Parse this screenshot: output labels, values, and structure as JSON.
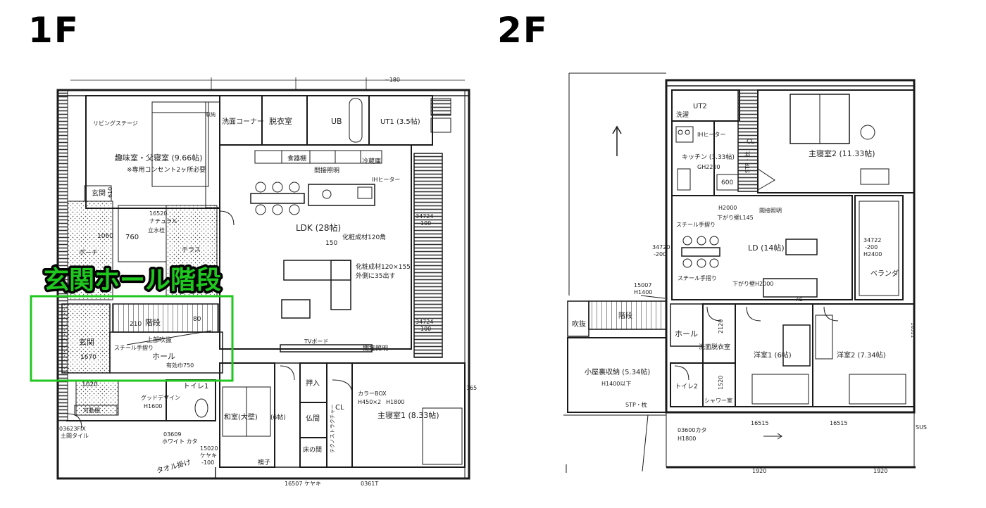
{
  "floors": {
    "f1": {
      "title": "1F",
      "highlight_label": "玄関ホール階段",
      "rooms": {
        "hobby": "趣味室・父寝室 (9.66帖)",
        "hobby_note": "※専用コンセント2ヶ所必要",
        "senmen": "洗面コーナー",
        "datsui": "脱衣室",
        "ub": "UB",
        "ut1": "UT1 (3.5帖)",
        "ldk": "LDK (28帖)",
        "genkan_small": "玄関",
        "porch": "ポーチ",
        "terrace": "テラス",
        "genkan": "玄関",
        "kaidan": "階段",
        "hall": "ホール",
        "toilet1": "トイレ1",
        "washitsu": "和室(大壁)",
        "washitsu_size": "(6帖)",
        "oshiire": "押入",
        "butsuma": "仏間",
        "tokonoma": "床の間",
        "cl": "CL",
        "master1": "主寝室1 (8.33帖)",
        "garage_door": "可動棚",
        "shokkidana": "食器棚",
        "reizouko": "冷蔵庫",
        "ih": "IHヒーター"
      },
      "notes": {
        "tatemizu": "立水栓",
        "living_stage": "リビングステージ",
        "kansetsu": "間接照明",
        "kansetsu2": "間接照明",
        "shuunou": "収納",
        "fukinuke": "上部吹抜",
        "stair_rail": "スチール手摺り",
        "yukou": "有効巾750",
        "tv_board": "TVボード",
        "kesho_120": "化粧成材120角",
        "kesho_155": "化粧成材120×155",
        "kesho_note": "外側に35出す",
        "kura_box": "カラーBOX",
        "kura_size": "H450×2",
        "h1800": "H1800",
        "fuji": "襖子",
        "tatami_note": "テクノストラクチャー",
        "sunscreen": "グッドデザイン",
        "kagidashi": "タオル掛け"
      },
      "dims": {
        "d610": "610",
        "d1060": "1060",
        "d760": "760",
        "d16520": "16520",
        "d16520b": "ナチュラル",
        "d210": "210",
        "d80": "80",
        "d1670": "1670",
        "d1020": "1020",
        "d150": "150",
        "d34724": "34724",
        "d100": "-100",
        "d34724b": "34724",
        "d100b": "-100",
        "d03623": "03623FIX",
        "d03623b": "土間タイル",
        "d03609": "03609",
        "d03609b": "ホワイト カタ",
        "d15020": "15020",
        "d15020b": "ケヤキ",
        "d15020c": "-100",
        "d16507": "16507 ケヤキ",
        "d0361": "0361T",
        "d180": "~180",
        "d1600": "H1600",
        "d165": "165"
      }
    },
    "f2": {
      "title": "2F",
      "rooms": {
        "ut2": "UT2",
        "sentaku": "洗濯",
        "ih": "IHヒーター",
        "kitchen": "キッチン (3.33帖)",
        "master2": "主寝室2 (11.33帖)",
        "ld": "LD (14帖)",
        "veranda": "ベランダ",
        "fukinuke": "吹抜",
        "kaidan": "階段",
        "hall": "ホール",
        "senmen": "洗面脱衣室",
        "toilet2": "トイレ2",
        "shower": "シャワー室",
        "youshitsu1": "洋室1 (6帖)",
        "youshitsu2": "洋室2 (7.34帖)",
        "koyaura": "小屋裏収納 (5.34帖)",
        "koyaura_h": "H1400以下",
        "cl": "CL"
      },
      "notes": {
        "kansetsu": "間接照明",
        "sagari": "下がり壁L145",
        "sagari2": "下がり壁H2000",
        "stair_rail": "スチール手摺り",
        "stair_rail2": "スチール手摺り",
        "stp": "STP・枕",
        "stp2": "STP・枕",
        "h2000": "H2000",
        "gh2200": "GH2200",
        "d03600": "03600カタ",
        "d1800": "H1800",
        "ac": "AC"
      },
      "dims": {
        "d600": "600",
        "d34720": "34720",
        "d200": "-200",
        "d15007": "15007",
        "d1400": "H1400",
        "d34722": "34722",
        "d200b": "-200",
        "d2400": "H2400",
        "d2120": "2120",
        "d1520": "1520",
        "d16515a": "16515",
        "d16515b": "16515",
        "d16511": "16511",
        "d1920a": "1920",
        "d1920b": "1920",
        "dsus": "SUS"
      }
    }
  },
  "colors": {
    "highlight": "#1fc71f",
    "line": "#1a1a1a",
    "hatch": "#555555"
  }
}
